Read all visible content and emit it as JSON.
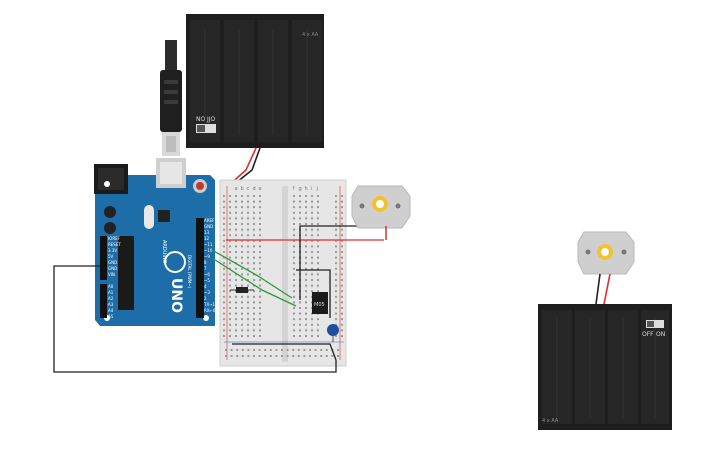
{
  "battery_pack_1": {
    "label": "4 x AA",
    "switch_left": "NO",
    "switch_right": "JJO"
  },
  "battery_pack_2": {
    "label": "4 x AA",
    "switch_off": "OFF",
    "switch_on": "ON"
  },
  "arduino": {
    "model": "UNO",
    "brand": "ARDUINO",
    "digital_label": "DIGITAL (PWM~)",
    "analog_label": "ANALOG IN",
    "power_labels": [
      "IOREF",
      "RESET",
      "3.3V",
      "5V",
      "GND",
      "GND",
      "VIN"
    ],
    "analog_pins": [
      "A0",
      "A1",
      "A2",
      "A3",
      "A4",
      "A5"
    ],
    "top_pins": [
      "AREF",
      "GND",
      "13",
      "12",
      "~11",
      "~10",
      "~9",
      "8",
      "7",
      "~6",
      "~5",
      "4",
      "~3",
      "2",
      "TX→1",
      "RX←0"
    ]
  },
  "breadboard": {
    "column_letters_left": [
      "a",
      "b",
      "c",
      "d",
      "e"
    ],
    "column_letters_right": [
      "f",
      "g",
      "h",
      "i",
      "j"
    ]
  },
  "chip": {
    "label": "M05"
  },
  "colors": {
    "wire_red": "#e0302a",
    "wire_black": "#222222",
    "wire_green": "#2a9a3a",
    "arduino_blue": "#1d6ea8",
    "battery_body": "#222222",
    "motor_body": "#cfcfcf",
    "motor_shaft": "#f2c230"
  }
}
